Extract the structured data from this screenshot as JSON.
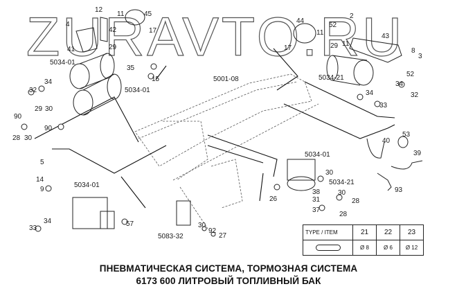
{
  "watermark": {
    "text": "ZURAVTO.RU"
  },
  "title": {
    "line1": "ПНЕВМАТИЧЕСКАЯ СИСТЕМА, ТОРМОЗНАЯ СИСТЕМА",
    "line2": "6173  600 ЛИТРОВЫЙ ТОПЛИВНЫЙ БАК"
  },
  "assembly_labels": {
    "frame": "5001-08",
    "tank_left_upper": "5034-01",
    "tank_left_lower": "5034-01",
    "tank_right": "5034-21",
    "valve_center": "5034-01",
    "valve_center_sub": "5034-21",
    "valve_left": "5034-01",
    "bracket": "5083-32"
  },
  "part_labels": [
    {
      "id": "p12a",
      "text": "12"
    },
    {
      "id": "p4a",
      "text": "4"
    },
    {
      "id": "p42",
      "text": "42"
    },
    {
      "id": "p41",
      "text": "41"
    },
    {
      "id": "p11a",
      "text": "11"
    },
    {
      "id": "p45",
      "text": "45"
    },
    {
      "id": "p17a",
      "text": "17"
    },
    {
      "id": "p29a",
      "text": "29"
    },
    {
      "id": "p35",
      "text": "35"
    },
    {
      "id": "p15",
      "text": "15"
    },
    {
      "id": "p34a",
      "text": "34"
    },
    {
      "id": "p32a",
      "text": "32"
    },
    {
      "id": "p29b",
      "text": "29"
    },
    {
      "id": "p30a",
      "text": "30"
    },
    {
      "id": "p90a",
      "text": "90"
    },
    {
      "id": "p90b",
      "text": "90"
    },
    {
      "id": "p28a",
      "text": "28"
    },
    {
      "id": "p30b",
      "text": "30"
    },
    {
      "id": "p44",
      "text": "44"
    },
    {
      "id": "p11b",
      "text": "11"
    },
    {
      "id": "p17b",
      "text": "17"
    },
    {
      "id": "p29c",
      "text": "29"
    },
    {
      "id": "p2",
      "text": "2"
    },
    {
      "id": "p52a",
      "text": "52"
    },
    {
      "id": "p11c",
      "text": "11"
    },
    {
      "id": "p43",
      "text": "43"
    },
    {
      "id": "p8",
      "text": "8"
    },
    {
      "id": "p3",
      "text": "3"
    },
    {
      "id": "p52b",
      "text": "52"
    },
    {
      "id": "p34b",
      "text": "34"
    },
    {
      "id": "p32b",
      "text": "32"
    },
    {
      "id": "p34c",
      "text": "34"
    },
    {
      "id": "p33a",
      "text": "33"
    },
    {
      "id": "p53",
      "text": "53"
    },
    {
      "id": "p40",
      "text": "40"
    },
    {
      "id": "p39",
      "text": "39"
    },
    {
      "id": "p93",
      "text": "93"
    },
    {
      "id": "p30c",
      "text": "30"
    },
    {
      "id": "p38",
      "text": "38"
    },
    {
      "id": "p30d",
      "text": "30"
    },
    {
      "id": "p31",
      "text": "31"
    },
    {
      "id": "p28b",
      "text": "28"
    },
    {
      "id": "p37",
      "text": "37"
    },
    {
      "id": "p28c",
      "text": "28"
    },
    {
      "id": "p26",
      "text": "26"
    },
    {
      "id": "p5",
      "text": "5"
    },
    {
      "id": "p14",
      "text": "14"
    },
    {
      "id": "p9",
      "text": "9"
    },
    {
      "id": "p34d",
      "text": "34"
    },
    {
      "id": "p33b",
      "text": "33"
    },
    {
      "id": "p57",
      "text": "57"
    },
    {
      "id": "p30e",
      "text": "30"
    },
    {
      "id": "p92",
      "text": "92"
    },
    {
      "id": "p27",
      "text": "27"
    }
  ],
  "legend_table": {
    "header": [
      "TYPE / ITEM",
      "21",
      "22",
      "23"
    ],
    "row": {
      "icon": "hose-pill-icon",
      "values": [
        "Ø 8",
        "Ø 6",
        "Ø 12"
      ]
    }
  }
}
